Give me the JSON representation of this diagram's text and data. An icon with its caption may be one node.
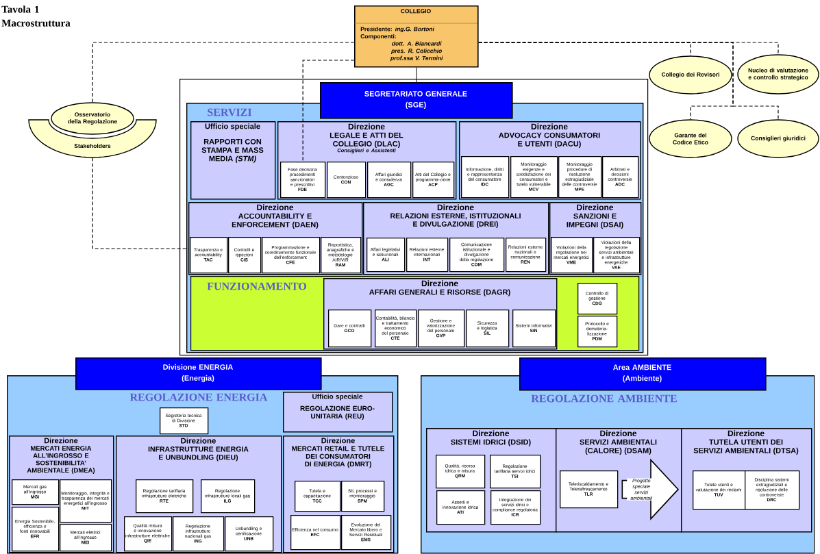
{
  "diagram": {
    "title": "Tavola 1 Macrostruttura",
    "nodes": [
      {
        "text": [
          "COLLEGIO",
          "Presidente: *ing.G. Bortoni*",
          "Componenti:",
          "dott. A. Biancardi",
          "pres. R. Colicchio",
          "prof.ssa V. Termini"
        ]
      },
      {
        "text": [
          "Collegio dei Revisori"
        ]
      },
      {
        "text": [
          "Nucleo di valutazione e controllo strategico"
        ]
      },
      {
        "text": [
          "Garante del Codice Etico"
        ]
      },
      {
        "text": [
          "Consiglieri giuridici"
        ]
      },
      {
        "text": [
          "Osservatorio della Regolazione"
        ]
      },
      {
        "text": [
          "Stakeholders"
        ]
      },
      {
        "text": [],
        "shape": "box"
      },
      {
        "text": [
          "SEGRETARIATO GENERALE",
          "(SGE)"
        ],
        "in": 7
      },
      {
        "text": [
          "SERVIZI"
        ],
        "in": 7
      },
      {
        "text": [
          "Ufficio speciale",
          "RAPPORTI CON STAMPA E MASS MEDIA *(STM)*"
        ],
        "in": 9
      },
      {
        "text": [
          "Direzione",
          "LEGALE E ATTI DEL COLLEGIO (DLAC)",
          "Consiglieri e Assistenti"
        ],
        "in": 9
      },
      {
        "text": [
          "Fase decisoria procedimenti sanzionatori e prescrittivi",
          "FDE"
        ],
        "in": 11
      },
      {
        "text": [
          "Contenzioso",
          "CON"
        ],
        "in": 11
      },
      {
        "text": [
          "Affari giuridici e consulenza",
          "AGC"
        ],
        "in": 11
      },
      {
        "text": [
          "Atti del Collegio e programma-zione",
          "ACP"
        ],
        "in": 11
      },
      {
        "text": [
          "Direzione",
          "ADVOCACY CONSUMATORI E UTENTI (DACU)"
        ],
        "in": 9
      },
      {
        "text": [
          "Informazione, diritti e rappresentanza del consumatore",
          "IDC"
        ],
        "in": 16
      },
      {
        "text": [
          "Monitoraggio esigenze e soddisfazione dei consumatori e tutela vulnerabile",
          "MCV"
        ],
        "in": 16
      },
      {
        "text": [
          "Monitoraggio procedure di risoluzione extragiudiziale delle controversie",
          "MPE"
        ],
        "in": 16
      },
      {
        "text": [
          "Arbitrati e decisioni controversie",
          "ADC"
        ],
        "in": 16
      },
      {
        "text": [
          "Direzione",
          "ACCOUNTABILITY E ENFORCEMENT (DAEN)"
        ],
        "in": 9
      },
      {
        "text": [
          "Trasparenza e accountability",
          "TAC"
        ],
        "in": 21
      },
      {
        "text": [
          "Controlli e ispezioni",
          "CIS"
        ],
        "in": 21
      },
      {
        "text": [
          "Programmazione e coordinamento funzionale dell’enforcement",
          "CFE"
        ],
        "in": 21
      },
      {
        "text": [
          "Reportistica, anagrafiche e metodologie AIR/VIR",
          "RAM"
        ],
        "in": 21
      },
      {
        "text": [
          "Direzione",
          "RELAZIONI ESTERNE, ISTITUZIONALI E DIVULGAZIONE (DREI)"
        ],
        "in": 9
      },
      {
        "text": [
          "Affari legislativi e istituzionali",
          "ALI"
        ],
        "in": 26
      },
      {
        "text": [
          "Relazioni esterne internazionali",
          "INT"
        ],
        "in": 26
      },
      {
        "text": [
          "Comunicazione istituzionale e divulgazione della regolazione",
          "COM"
        ],
        "in": 26
      },
      {
        "text": [
          "Relazioni esterne nazionali e comunicazione",
          "REN"
        ],
        "in": 26
      },
      {
        "text": [
          "Direzione",
          "SANZIONI E IMPEGNI (DSAI)"
        ],
        "in": 9
      },
      {
        "text": [
          "Violazioni della regolazione nei mercati energetici",
          "VME"
        ],
        "in": 31
      },
      {
        "text": [
          "Violazioni della regolazione servizi ambientali e infrastrutture energetiche",
          "VAE"
        ],
        "in": 31
      },
      {
        "text": [
          "FUNZIONAMENTO"
        ],
        "in": 9
      },
      {
        "text": [
          "Direzione",
          "AFFARI GENERALI E RISORSE (DAGR)"
        ],
        "in": 34
      },
      {
        "text": [
          "Gare e contratti",
          "GCO"
        ],
        "in": 35
      },
      {
        "text": [
          "Contabilitá, bilancio e trattamento economico del personale",
          "CTE"
        ],
        "in": 35
      },
      {
        "text": [
          "Gestione e valorizzazione del personale",
          "GVP"
        ],
        "in": 35
      },
      {
        "text": [
          "Sicurezza e logistica",
          "SIL"
        ],
        "in": 35
      },
      {
        "text": [
          "Sistemi informativi",
          "SIN"
        ],
        "in": 35
      },
      {
        "text": [
          "Controllo di gestione",
          "CDG"
        ],
        "in": 34
      },
      {
        "text": [
          "Protocollo e demateria-lizzazione",
          "PDM"
        ],
        "in": 34
      },
      {
        "text": [
          "Divisione ENERGIA",
          "(Energia)"
        ]
      },
      {
        "text": [
          "REGOLAZIONE ENERGIA"
        ]
      },
      {
        "text": [
          "Segreteria tecnica di Divisione",
          "STD"
        ],
        "in": 44
      },
      {
        "text": [
          "Ufficio speciale",
          "REGOLAZIONE EURO-UNITARIA (REU)"
        ],
        "in": 44
      },
      {
        "text": [
          "Direzione",
          "MERCATI ENERGIA ALL’INGROSSO E SOSTENIBILITA’ AMBIENTALE (DMEA)"
        ],
        "in": 44
      },
      {
        "text": [
          "Mercati gas all’ingrosso",
          "MGI"
        ],
        "in": 47
      },
      {
        "text": [
          "Monitoraggio, integrità e trasparenza dei mercati energetici all’ingrosso",
          "MIT"
        ],
        "in": 47
      },
      {
        "text": [
          "Energia Sostenibile, efficienza e fonti rinnovabili",
          "EFR"
        ],
        "in": 47
      },
      {
        "text": [
          "Mercati elettrici all’ingrosso",
          "MEI"
        ],
        "in": 47
      },
      {
        "text": [
          "Direzione",
          "INFRASTRUTTURE ENERGIA E UNBUNDLING (DIEU)"
        ],
        "in": 44
      },
      {
        "text": [
          "Regolazione tariffaria infrastrutture elettriche",
          "RTE"
        ],
        "in": 52
      },
      {
        "text": [
          "Regolazione infrastrutture locali gas",
          "ILG"
        ],
        "in": 52
      },
      {
        "text": [
          "Qualità misura e innovazione infrastrutture elettriche",
          "QIE"
        ],
        "in": 52
      },
      {
        "text": [
          "Regolazione infrastrutture nazionali gas",
          "ING"
        ],
        "in": 52
      },
      {
        "text": [
          "Unbundling e certificazione",
          "UNB"
        ],
        "in": 52
      },
      {
        "text": [
          "Direzione",
          "MERCATI RETAIL E TUTELE DEI CONSUMATORI DI ENERGIA (DMRT)"
        ],
        "in": 44
      },
      {
        "text": [
          "Tutela e capacitazione",
          "TCC"
        ],
        "in": 58
      },
      {
        "text": [
          "SII, processi e monitoraggio",
          "SPM"
        ],
        "in": 58
      },
      {
        "text": [
          "Efficienza nel consumo",
          "EFC"
        ],
        "in": 58
      },
      {
        "text": [
          "Evoluzione del Mercato libero e Servizi Residuali",
          "EMS"
        ],
        "in": 58
      },
      {
        "text": [
          "Area AMBIENTE",
          "(Ambiente)"
        ]
      },
      {
        "text": [
          "REGOLAZIONE AMBIENTE"
        ]
      },
      {
        "text": [
          "Direzione",
          "SISTEMI IDRICI (DSID)"
        ],
        "in": 64
      },
      {
        "text": [
          "Qualità, risorsa idrica e misura",
          "QRM"
        ],
        "in": 65
      },
      {
        "text": [
          "Regolazione tariffaria servizi idrici",
          "TSI"
        ],
        "in": 65
      },
      {
        "text": [
          "Assetti e innovazione idrica",
          "ATI"
        ],
        "in": 65
      },
      {
        "text": [
          "Integrazione dei servizi idrici e compliance regolatoria",
          "ICR"
        ],
        "in": 65
      },
      {
        "text": [
          "Direzione",
          "SERVIZI AMBIENTALI (CALORE) (DSAM)"
        ],
        "in": 64
      },
      {
        "text": [
          "Teleriscaldamento e Teleraffrescamento",
          "TLR"
        ],
        "in": 70
      },
      {
        "text": [
          "Direzione",
          "TUTELA UTENTI DEI SERVIZI AMBIENTALI (DTSA)"
        ],
        "in": 64
      },
      {
        "text": [
          "Tutele utenti e valutazione dei reclami",
          "TUV"
        ],
        "in": 72
      },
      {
        "text": [
          "Disciplina sistemi extragiudiziali e risoluzione delle controversie",
          "DRC"
        ],
        "in": 72
      }
    ],
    "edges": [
      {
        "from": 0,
        "to": 1,
        "arrow": "none",
        "style": "dashed"
      },
      {
        "from": 0,
        "to": 2,
        "arrow": "none",
        "style": "dashed"
      },
      {
        "from": 0,
        "to": 3,
        "arrow": "none",
        "style": "dashed"
      },
      {
        "from": 0,
        "to": 4,
        "arrow": "none",
        "style": "dashed"
      },
      {
        "from": 0,
        "to": 5,
        "arrow": "none",
        "style": "dashed"
      },
      {
        "from": 6,
        "to": 21,
        "arrow": "none",
        "style": "dashed"
      },
      {
        "from": 0,
        "to": 8,
        "arrow": "none"
      },
      {
        "from": 0,
        "to": 12,
        "arrow": "none",
        "style": "dashed"
      },
      {
        "from": 71,
        "to": 72,
        "arrow": "to",
        "label": "Progetto speciale servizi ambientali",
        "style": "thick"
      }
    ]
  }
}
